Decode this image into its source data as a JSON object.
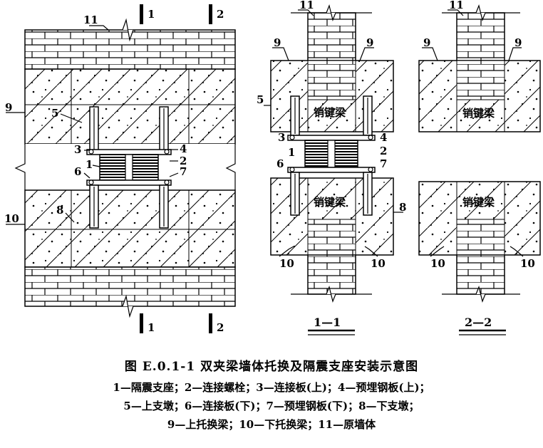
{
  "figure": {
    "labels": {
      "n1": "1",
      "n2": "2",
      "n3": "3",
      "n4": "4",
      "n5": "5",
      "n6": "6",
      "n7": "7",
      "n8": "8",
      "n9": "9",
      "n10": "10",
      "n11": "11"
    },
    "key_beam": "销键梁",
    "section_11": "1—1",
    "section_22": "2—2"
  },
  "caption": {
    "title": "图 E.0.1-1   双夹梁墙体托换及隔震支座安装示意图",
    "line1": "1—隔震支座；2—连接螺栓；3—连接板(上)；4—预埋钢板(上)；",
    "line2": "5—上支墩；6—连接板(下)；7—预埋钢板(下)；8—下支墩；",
    "line3": "9—上托换梁；10—下托换梁；11—原墙体"
  }
}
